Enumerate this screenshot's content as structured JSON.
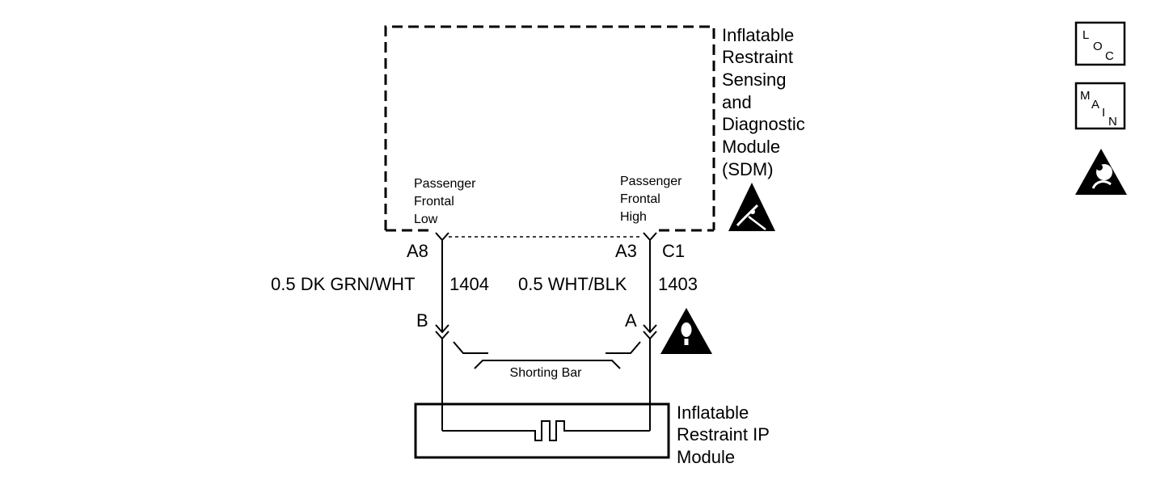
{
  "sdm": {
    "label_lines": [
      "Inflatable",
      "Restraint",
      "Sensing",
      "and",
      "Diagnostic",
      "Module",
      "(SDM)"
    ],
    "pin_left_lines": [
      "Passenger",
      "Frontal",
      "Low"
    ],
    "pin_right_lines": [
      "Passenger",
      "Frontal",
      "High"
    ]
  },
  "connectors": {
    "sdm_left_pin": "A8",
    "sdm_right_pin": "A3",
    "sdm_right_connector": "C1",
    "module_left_pin": "B",
    "module_right_pin": "A"
  },
  "wires": [
    {
      "spec": "0.5 DK GRN/WHT",
      "circuit": "1404"
    },
    {
      "spec": "0.5 WHT/BLK",
      "circuit": "1403"
    }
  ],
  "shorting_bar": {
    "label": "Shorting Bar"
  },
  "ip_module": {
    "label_lines": [
      "Inflatable",
      "Restraint IP",
      "Module"
    ]
  },
  "legend_icons": {
    "loc": {
      "letters": [
        "L",
        "O",
        "C"
      ]
    },
    "main": {
      "letters": [
        "M",
        "A",
        "I",
        "N"
      ]
    },
    "airbag": "airbag-warning-icon"
  },
  "symbols": {
    "esd": "esd-warning-icon",
    "caution": "caution-warning-icon"
  }
}
